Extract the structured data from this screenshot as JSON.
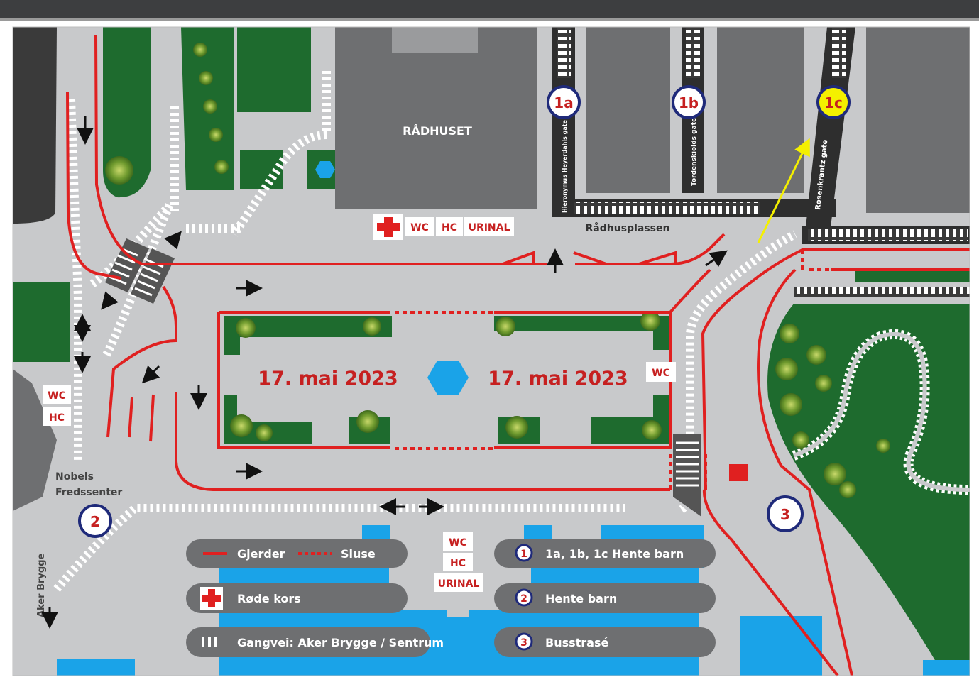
{
  "map": {
    "building_label": "RÅDHUSET",
    "square_label": "Rådhusplassen",
    "event_left": "17. mai 2023",
    "event_right": "17. mai 2023",
    "nobels_line1": "Nobels",
    "nobels_line2": "Fredssenter",
    "aker_brygge": "Aker Brygge",
    "street_1a": "Hieronymus Heyerdahls gate",
    "street_1b": "Tordenskiolds gate",
    "street_1c": "Rosenkrantz gate",
    "stop_1a": "1a",
    "stop_1b": "1b",
    "stop_1c": "1c",
    "stop_2": "2",
    "stop_3": "3",
    "wc": "WC",
    "hc": "HC",
    "urinal": "URINAL",
    "colors": {
      "fence": "#e02020",
      "grass": "#1e6b2e",
      "road": "#c8c9cb",
      "building": "#6e6f71",
      "water": "#1aa3e8",
      "accent_yellow": "#f4f000",
      "stop_ring": "#1f2a7a"
    }
  },
  "legend": {
    "fence": "Gjerder",
    "sluice": "Sluse",
    "stops_1": "1a, 1b, 1c  Hente barn",
    "stop_1_num": "1",
    "red_cross": "Røde kors",
    "stop_2_label": "Hente barn",
    "stop_2_num": "2",
    "walkway": "Gangvei: Aker Brygge / Sentrum",
    "stop_3_label": "Busstrasé",
    "stop_3_num": "3"
  }
}
